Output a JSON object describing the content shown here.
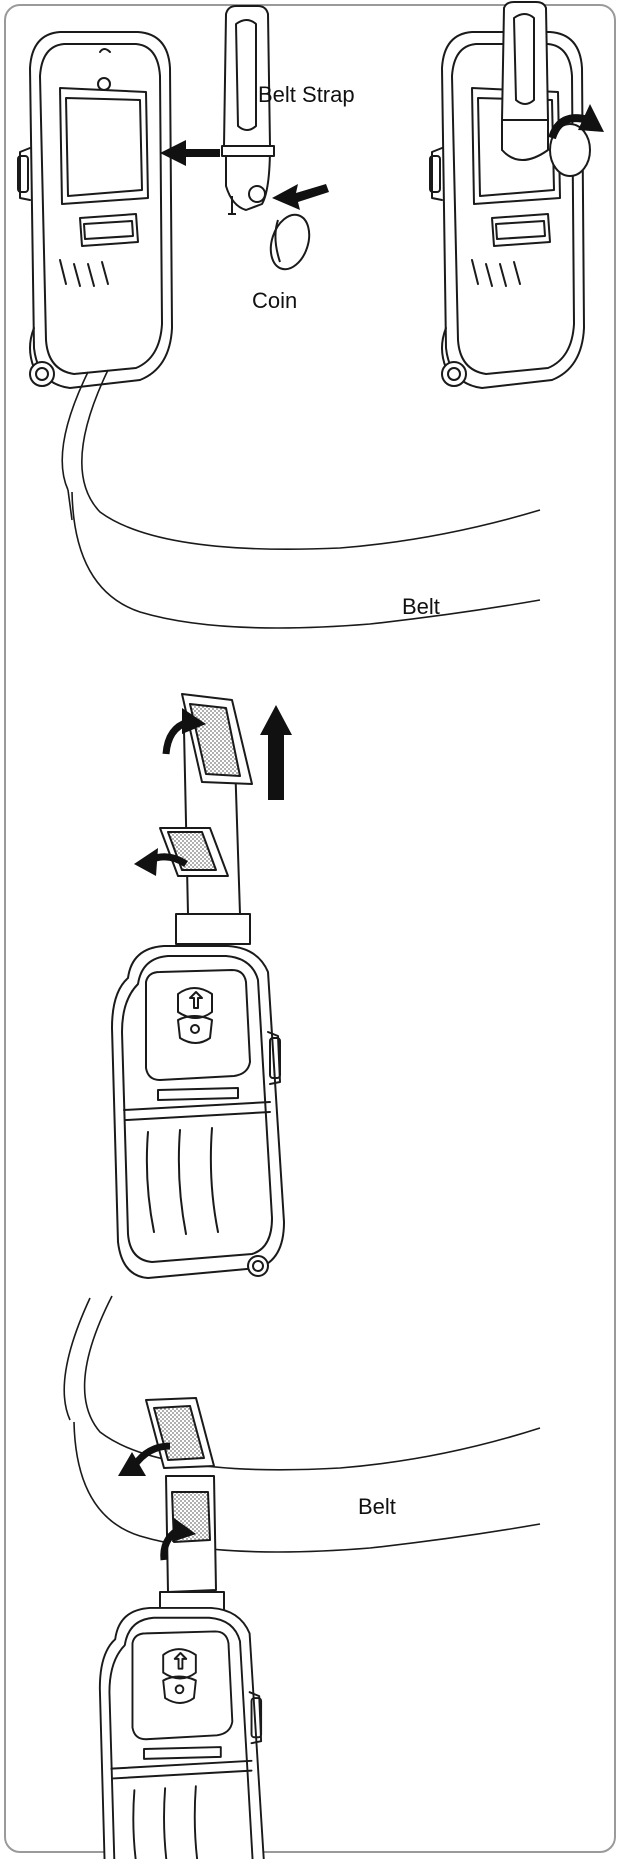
{
  "labels": {
    "belt_strap": "Belt Strap",
    "coin": "Coin",
    "belt_1": "Belt",
    "belt_2": "Belt"
  },
  "colors": {
    "frame_border": "#9a9a9a",
    "line_art": "#1a1a1a",
    "arrow_fill": "#111111",
    "pad_dots": "#777777"
  },
  "icons": {
    "insert_arrow": "arrow-left-icon",
    "rotate_arrow": "curved-arrow-icon",
    "lift_arrow": "arrow-up-icon"
  }
}
